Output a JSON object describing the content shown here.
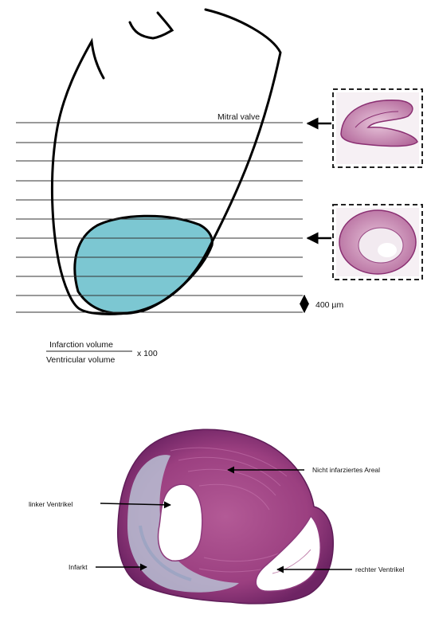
{
  "colors": {
    "infarct_fill": "#7cc7d2",
    "outline": "#000000",
    "tissue_dark": "#7d2a6e",
    "tissue_mid": "#a54482",
    "tissue_light": "#c98fb4",
    "fibrosis": "#b6bdd0",
    "panel_bg": "#f4eef2"
  },
  "diagram": {
    "mitral_valve_label": "Mitral valve",
    "spacing_label": "400 µm",
    "formula": {
      "numerator": "Infarction volume",
      "denominator": "Ventricular volume",
      "multiplier": "x 100"
    }
  },
  "histology": {
    "labels": {
      "non_infarcted_area": "Nicht infarziertes Areal",
      "left_ventricle": "linker Ventrikel",
      "infarct": "Infarkt",
      "right_ventricle": "rechter Ventrikel"
    }
  }
}
